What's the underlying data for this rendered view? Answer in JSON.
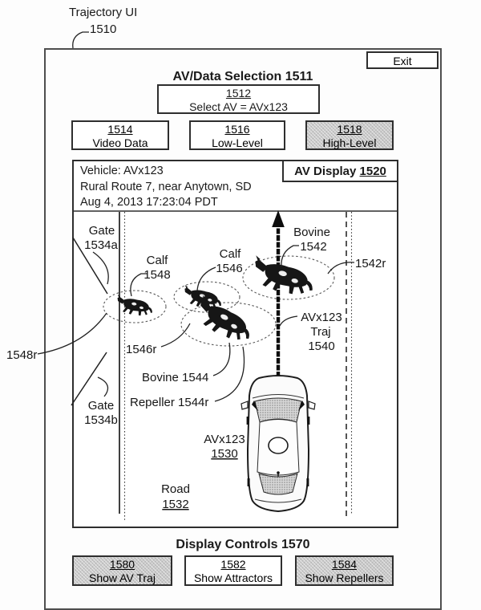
{
  "figure": {
    "title": "Trajectory UI",
    "title_ref": "1510"
  },
  "exit_button": {
    "label": "Exit"
  },
  "av_data_selection": {
    "heading": "AV/Data Selection 1511",
    "select_box": {
      "ref": "1512",
      "value": "Select AV = AVx123"
    },
    "buttons": [
      {
        "ref": "1514",
        "label": "Video Data",
        "active": false
      },
      {
        "ref": "1516",
        "label": "Low-Level",
        "active": false
      },
      {
        "ref": "1518",
        "label": "High-Level",
        "active": true
      }
    ]
  },
  "av_display": {
    "title": "AV Display",
    "title_ref": "1520",
    "info_lines": [
      "Vehicle: AVx123",
      "Rural Route 7, near Anytown, SD",
      "Aug 4, 2013 17:23:04 PDT"
    ],
    "labels": {
      "gate_a_line1": "Gate",
      "gate_a_line2": "1534a",
      "gate_b_line1": "Gate",
      "gate_b_line2": "1534b",
      "calf_1548_line1": "Calf",
      "calf_1548_line2": "1548",
      "calf_1546_line1": "Calf",
      "calf_1546_line2": "1546",
      "bovine_1542_line1": "Bovine",
      "bovine_1542_line2": "1542",
      "repeller_1542r": "1542r",
      "repeller_1548r": "1548r",
      "repeller_1546r": "1546r",
      "bovine_1544": "Bovine 1544",
      "repeller_1544r": "Repeller 1544r",
      "traj_line1": "AVx123",
      "traj_line2": "Traj",
      "traj_line3": "1540",
      "vehicle_line1": "AVx123",
      "vehicle_line2": "1530",
      "road_line1": "Road",
      "road_line2": "1532"
    }
  },
  "display_controls": {
    "heading": "Display Controls 1570",
    "buttons": [
      {
        "ref": "1580",
        "label": "Show AV Traj",
        "active": true
      },
      {
        "ref": "1582",
        "label": "Show Attractors",
        "active": false
      },
      {
        "ref": "1584",
        "label": "Show Repellers",
        "active": true
      }
    ]
  },
  "colors": {
    "ink": "#1a1a1a",
    "shaded_button_fill": "#c9c9c9",
    "paper": "#fdfdfd"
  }
}
